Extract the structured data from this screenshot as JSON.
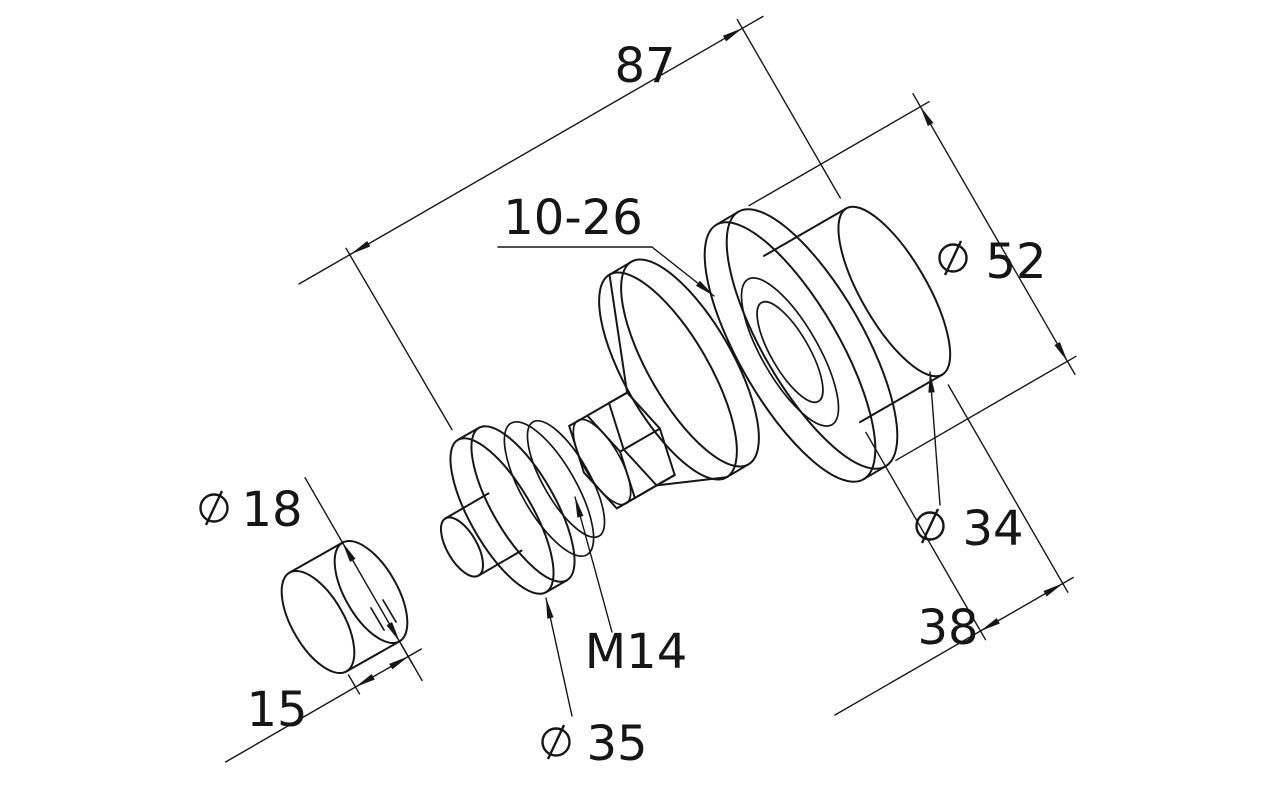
{
  "dims": {
    "d87": "87",
    "range_10_26": "10-26",
    "d52": "52",
    "d34": "34",
    "d38": "38",
    "thread_m14": "M14",
    "d35": "35",
    "d15": "15",
    "d18": "18"
  },
  "colors": {
    "line": "#161616",
    "background": "#ffffff"
  }
}
